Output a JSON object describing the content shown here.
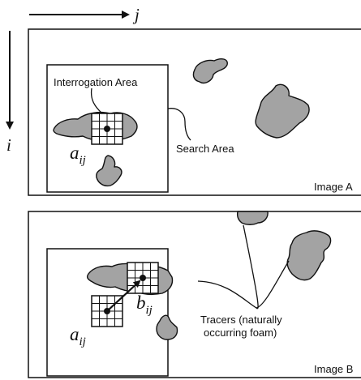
{
  "axes": {
    "horizontal_label": "j",
    "vertical_label": "i"
  },
  "image_a": {
    "label": "Image A",
    "interrogation_area_label": "Interrogation Area",
    "search_area_label": "Search Area",
    "symbol": "a",
    "symbol_subscript": "ij"
  },
  "image_b": {
    "label": "Image B",
    "symbol_a": "a",
    "symbol_a_subscript": "ij",
    "symbol_b": "b",
    "symbol_b_subscript": "ij",
    "tracers_line1": "Tracers (naturally",
    "tracers_line2": "occurring foam)"
  },
  "colors": {
    "tracer_fill": "#a3a3a3",
    "stroke": "#111111",
    "background": "#ffffff"
  },
  "grid_cells": 4
}
